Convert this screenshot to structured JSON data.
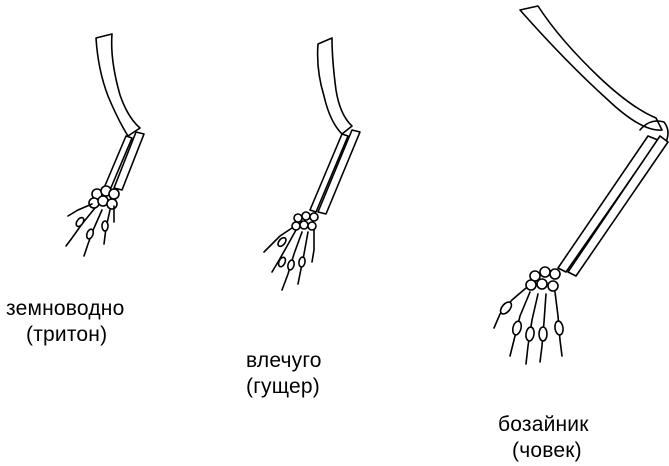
{
  "figure": {
    "panels": [
      {
        "id": "amphibian",
        "label_line1": "земноводно",
        "label_line2": "(тритон)"
      },
      {
        "id": "reptile",
        "label_line1": "влечуго",
        "label_line2": "(гущер)"
      },
      {
        "id": "mammal",
        "label_line1": "бозайник",
        "label_line2": "(човек)"
      }
    ]
  }
}
